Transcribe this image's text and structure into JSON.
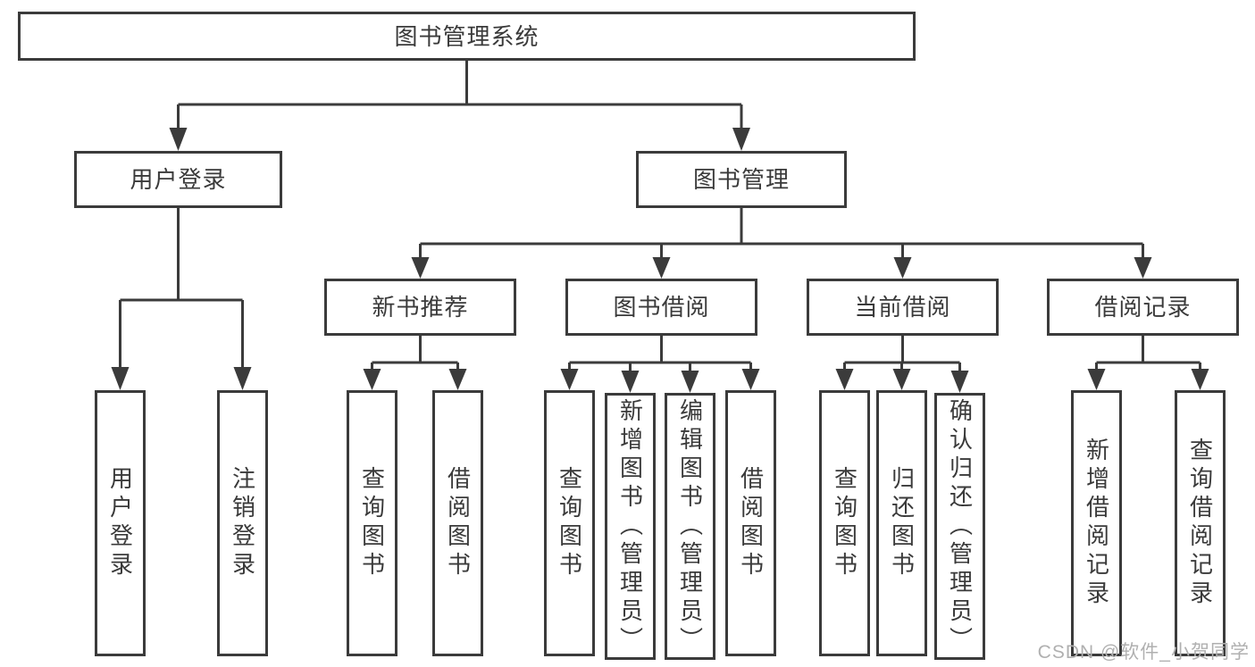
{
  "diagram": {
    "type": "hierarchy-tree",
    "tree": {
      "label": "图书管理系统",
      "children": [
        {
          "label": "用户登录",
          "children": [
            {
              "label": "用户登录"
            },
            {
              "label": "注销登录"
            }
          ]
        },
        {
          "label": "图书管理",
          "children": [
            {
              "label": "新书推荐",
              "children": [
                {
                  "label": "查询图书"
                },
                {
                  "label": "借阅图书"
                }
              ]
            },
            {
              "label": "图书借阅",
              "children": [
                {
                  "label": "查询图书"
                },
                {
                  "label": "新增图书（管理员）"
                },
                {
                  "label": "编辑图书（管理员）"
                },
                {
                  "label": "借阅图书"
                }
              ]
            },
            {
              "label": "当前借阅",
              "children": [
                {
                  "label": "查询图书"
                },
                {
                  "label": "归还图书"
                },
                {
                  "label": "确认归还（管理员）"
                }
              ]
            },
            {
              "label": "借阅记录",
              "children": [
                {
                  "label": "新增借阅记录"
                },
                {
                  "label": "查询借阅记录"
                }
              ]
            }
          ]
        }
      ]
    },
    "colors": {
      "line": "#3b3b3b",
      "text": "#3a3a3a",
      "box_background": "#ffffff",
      "page_background": "#ffffff",
      "watermark": "#b0b0b0"
    }
  },
  "watermark": {
    "text": "CSDN @软件_小贺同学"
  }
}
